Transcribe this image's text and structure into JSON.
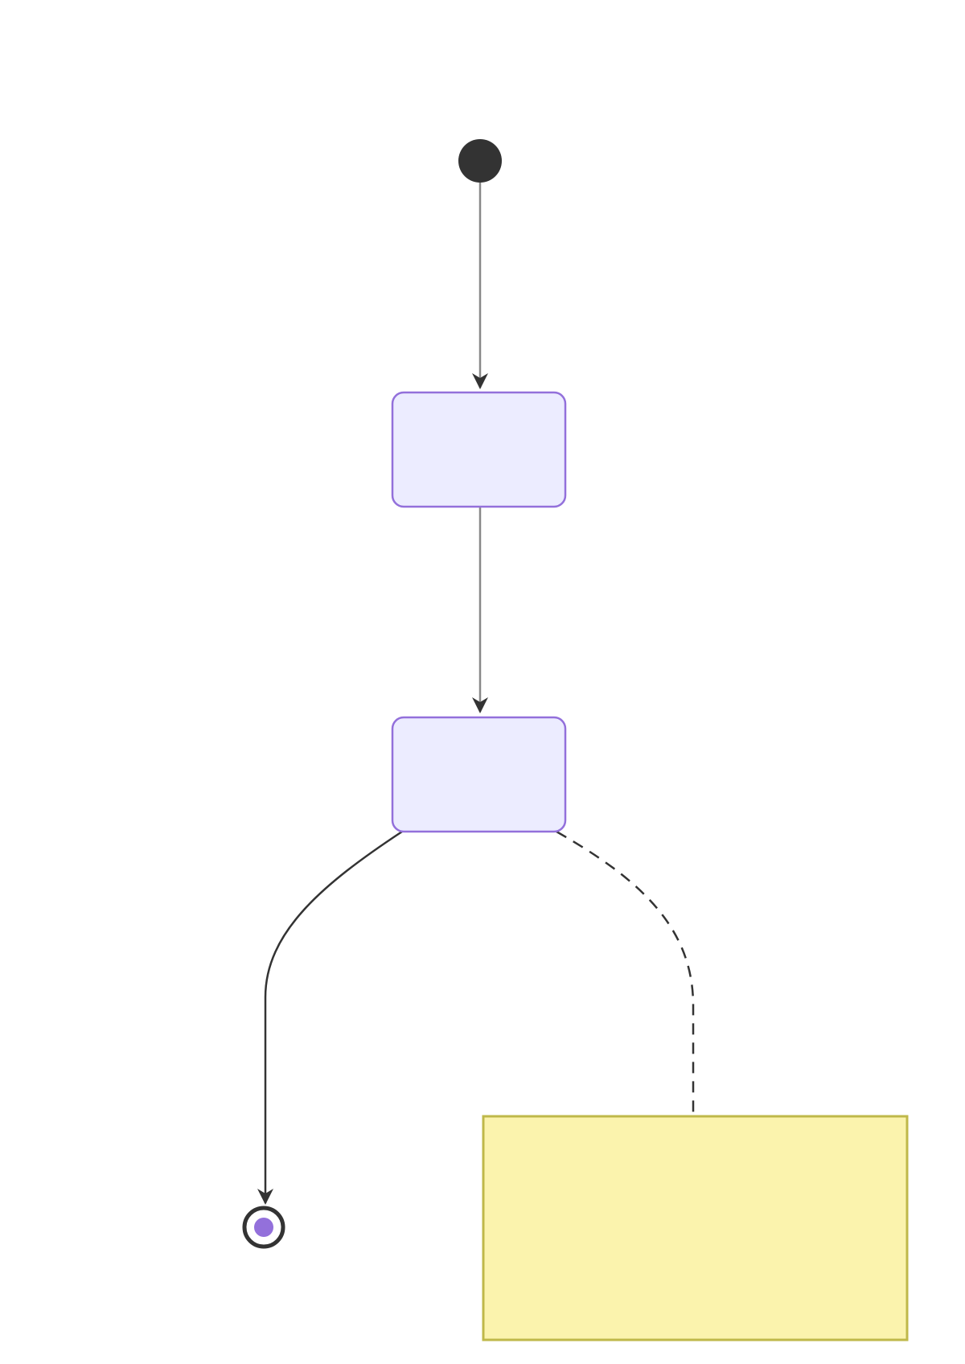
{
  "diagram": {
    "type": "state-diagram",
    "nodes": [
      {
        "id": "start",
        "kind": "initial-state",
        "label": ""
      },
      {
        "id": "state_1",
        "kind": "state",
        "label": ""
      },
      {
        "id": "state_2",
        "kind": "state",
        "label": ""
      },
      {
        "id": "end",
        "kind": "final-state",
        "label": ""
      },
      {
        "id": "note_1",
        "kind": "note",
        "label": ""
      }
    ],
    "edges": [
      {
        "from": "start",
        "to": "state_1",
        "style": "solid",
        "arrow": true
      },
      {
        "from": "state_1",
        "to": "state_2",
        "style": "solid",
        "arrow": true
      },
      {
        "from": "state_2",
        "to": "end",
        "style": "solid",
        "arrow": true
      },
      {
        "from": "state_2",
        "to": "note_1",
        "style": "dashed",
        "arrow": false
      }
    ]
  },
  "colors": {
    "background": "#ffffff",
    "initial_state": "#333333",
    "state_fill": "#ECECFF",
    "state_border": "#9370DB",
    "edge": "#333333",
    "edge_gray": "#888888",
    "final_inner": "#9370DB",
    "final_ring": "#333333",
    "note_fill": "#FBF3AD",
    "note_border": "#BFB84A"
  }
}
